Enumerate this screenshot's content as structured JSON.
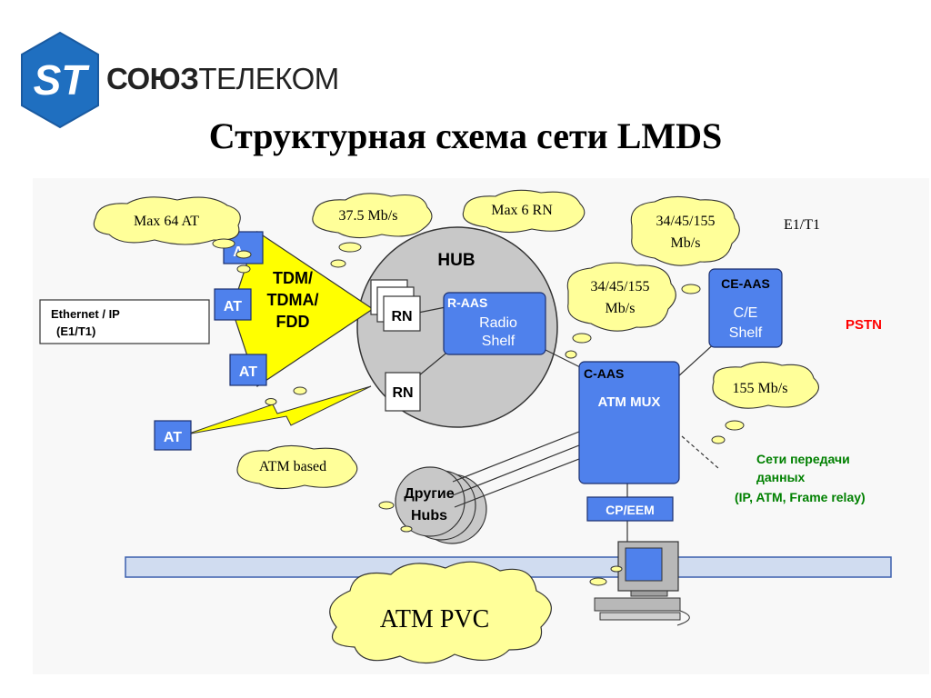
{
  "logo": {
    "mark": "ST",
    "name_bold": "СОЮЗ",
    "name_regular": "ТЕЛЕКОМ"
  },
  "title": "Структурная схема сети LMDS",
  "diagram": {
    "clouds": {
      "max_at": "Max 64 AT",
      "rate_375": "37.5 Mb/s",
      "max_rn": "Max 6 RN",
      "rate_top_line1": "34/45/155",
      "rate_top_line2": "Mb/s",
      "rate_mid_line1": "34/45/155",
      "rate_mid_line2": "Mb/s",
      "rate_155": "155 Mb/s",
      "atm_based": "ATM based",
      "atm_pvc": "ATM PVC"
    },
    "e1t1": "E1/T1",
    "pstn": "PSTN",
    "ethernet_line1": "Ethernet / IP",
    "ethernet_line2": "(E1/T1)",
    "tdm_line1": "TDM/",
    "tdm_line2": "TDMA/",
    "tdm_line3": "FDD",
    "hub": "HUB",
    "at_label": "AT",
    "at_partial": "A",
    "rn_label": "RN",
    "raas_title": "R-AAS",
    "raas_line1": "Radio",
    "raas_line2": "Shelf",
    "ceaas_title": "CE-AAS",
    "ceaas_line1": "C/E",
    "ceaas_line2": "Shelf",
    "caas_title": "C-AAS",
    "caas_sub": "ATM MUX",
    "cpeem": "CP/EEM",
    "other_hubs_line1": "Другие",
    "other_hubs_line2": "Hubs",
    "data_net_line1": "Сети передачи",
    "data_net_line2": "данных",
    "data_net_line3": "(IP, ATM, Frame relay)",
    "colors": {
      "cloud_fill": "#ffff99",
      "tdm_fill": "#ffff00",
      "box_blue": "#4f81ec",
      "hub_gray": "#c8c8c8",
      "pstn_red": "#ff0000",
      "data_green": "#008000",
      "bus_blue": "#d0dcf0"
    }
  }
}
